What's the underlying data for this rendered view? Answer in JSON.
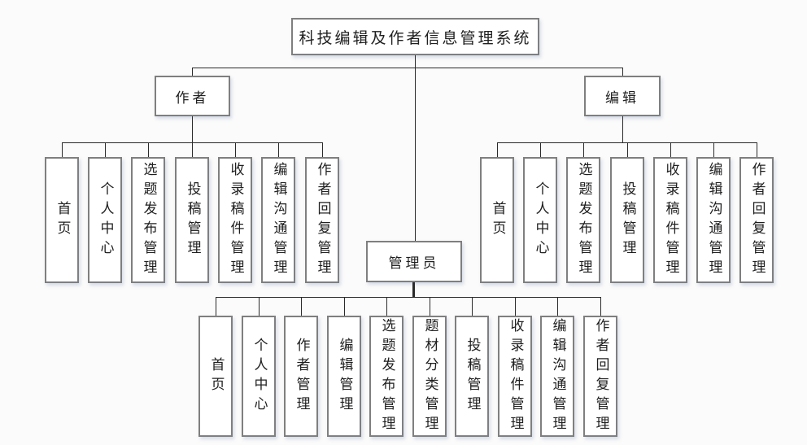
{
  "diagram": {
    "title": "科技编辑及作者信息管理系统",
    "author": {
      "label": "作者",
      "children": [
        "首页",
        "个人中心",
        "选题发布管理",
        "投稿管理",
        "收录稿件管理",
        "编辑沟通管理",
        "作者回复管理"
      ]
    },
    "editor": {
      "label": "编辑",
      "children": [
        "首页",
        "个人中心",
        "选题发布管理",
        "投稿管理",
        "收录稿件管理",
        "编辑沟通管理",
        "作者回复管理"
      ]
    },
    "admin": {
      "label": "管理员",
      "children": [
        "首页",
        "个人中心",
        "作者管理",
        "编辑管理",
        "选题发布管理",
        "题材分类管理",
        "投稿管理",
        "收录稿件管理",
        "编辑沟通管理",
        "作者回复管理"
      ]
    }
  }
}
